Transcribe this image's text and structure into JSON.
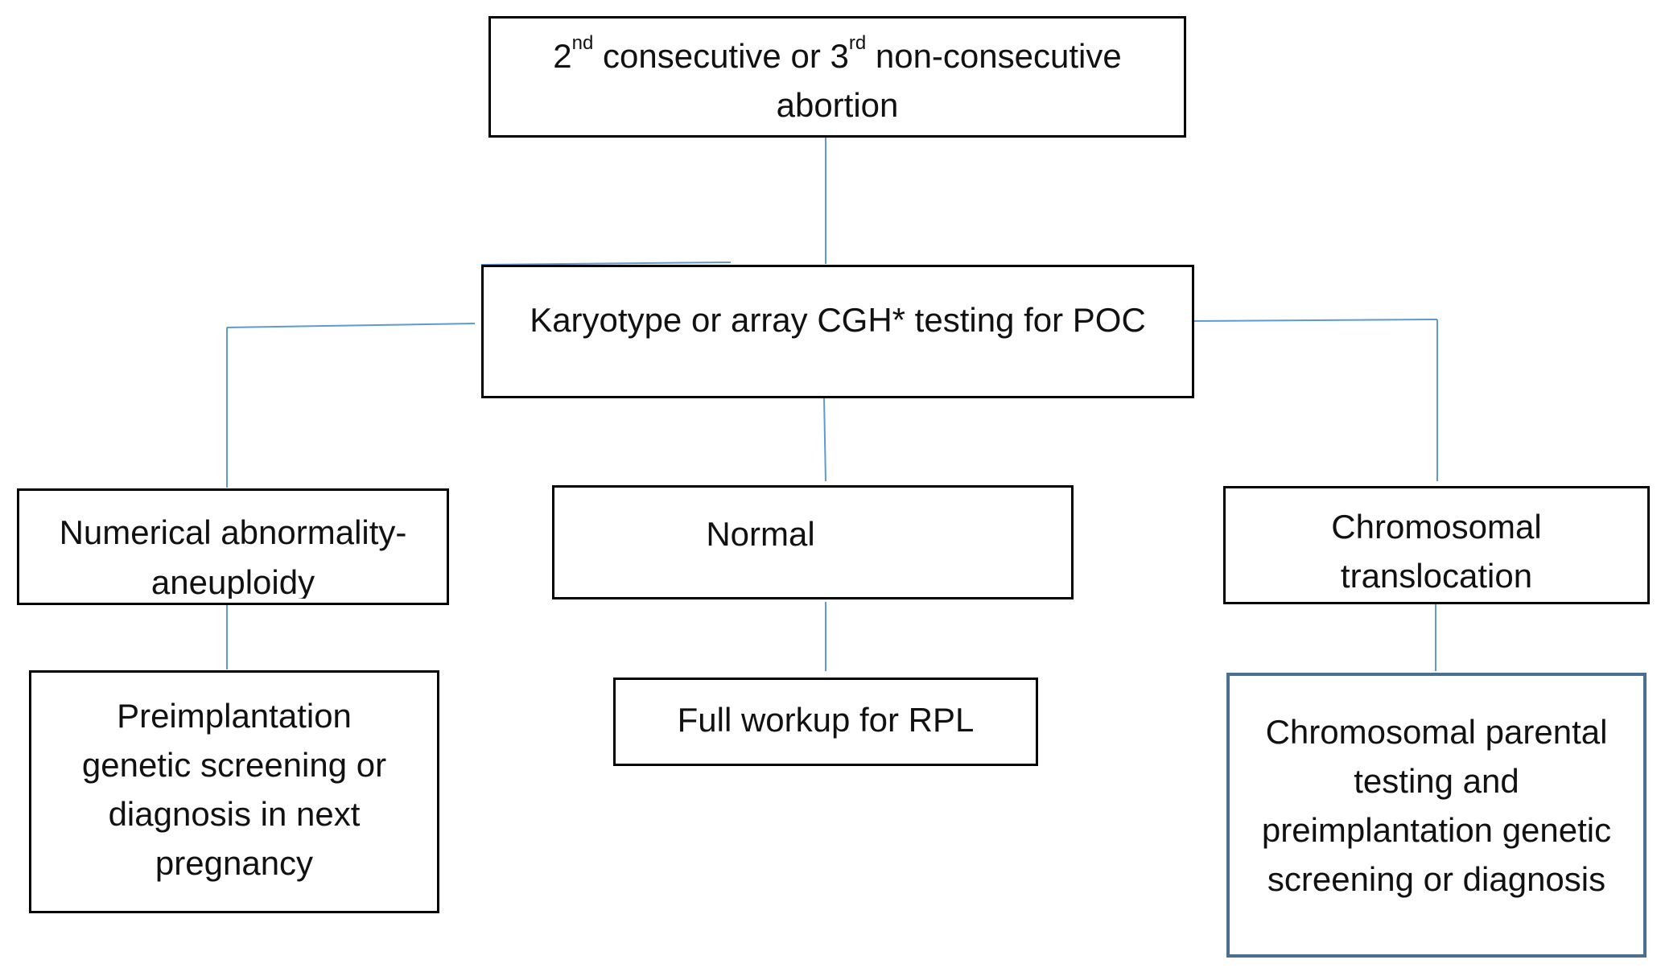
{
  "diagram": {
    "root": {
      "line1_a": "2",
      "line1_sup1": "nd",
      "line1_b": " consecutive or 3",
      "line1_sup2": "rd",
      "line1_c": " non-consecutive",
      "line2": "abortion"
    },
    "testing": {
      "label": "Karyotype or array CGH* testing for POC"
    },
    "numerical": {
      "line1": "Numerical abnormality-",
      "line2": "aneuploidy"
    },
    "normal": {
      "label": "Normal"
    },
    "translocation": {
      "line1": "Chromosomal",
      "line2": "translocation"
    },
    "pgs": {
      "line1": "Preimplantation",
      "line2": "genetic screening or",
      "line3": "diagnosis in next",
      "line4": "pregnancy"
    },
    "workup": {
      "label": "Full workup for RPL"
    },
    "parental": {
      "line1": "Chromosomal parental",
      "line2": "testing and",
      "line3": "preimplantation genetic",
      "line4": "screening or diagnosis"
    }
  },
  "colors": {
    "connector": "#5b9bd5",
    "box_border": "#000000",
    "highlight_border": "#4a6f93"
  }
}
